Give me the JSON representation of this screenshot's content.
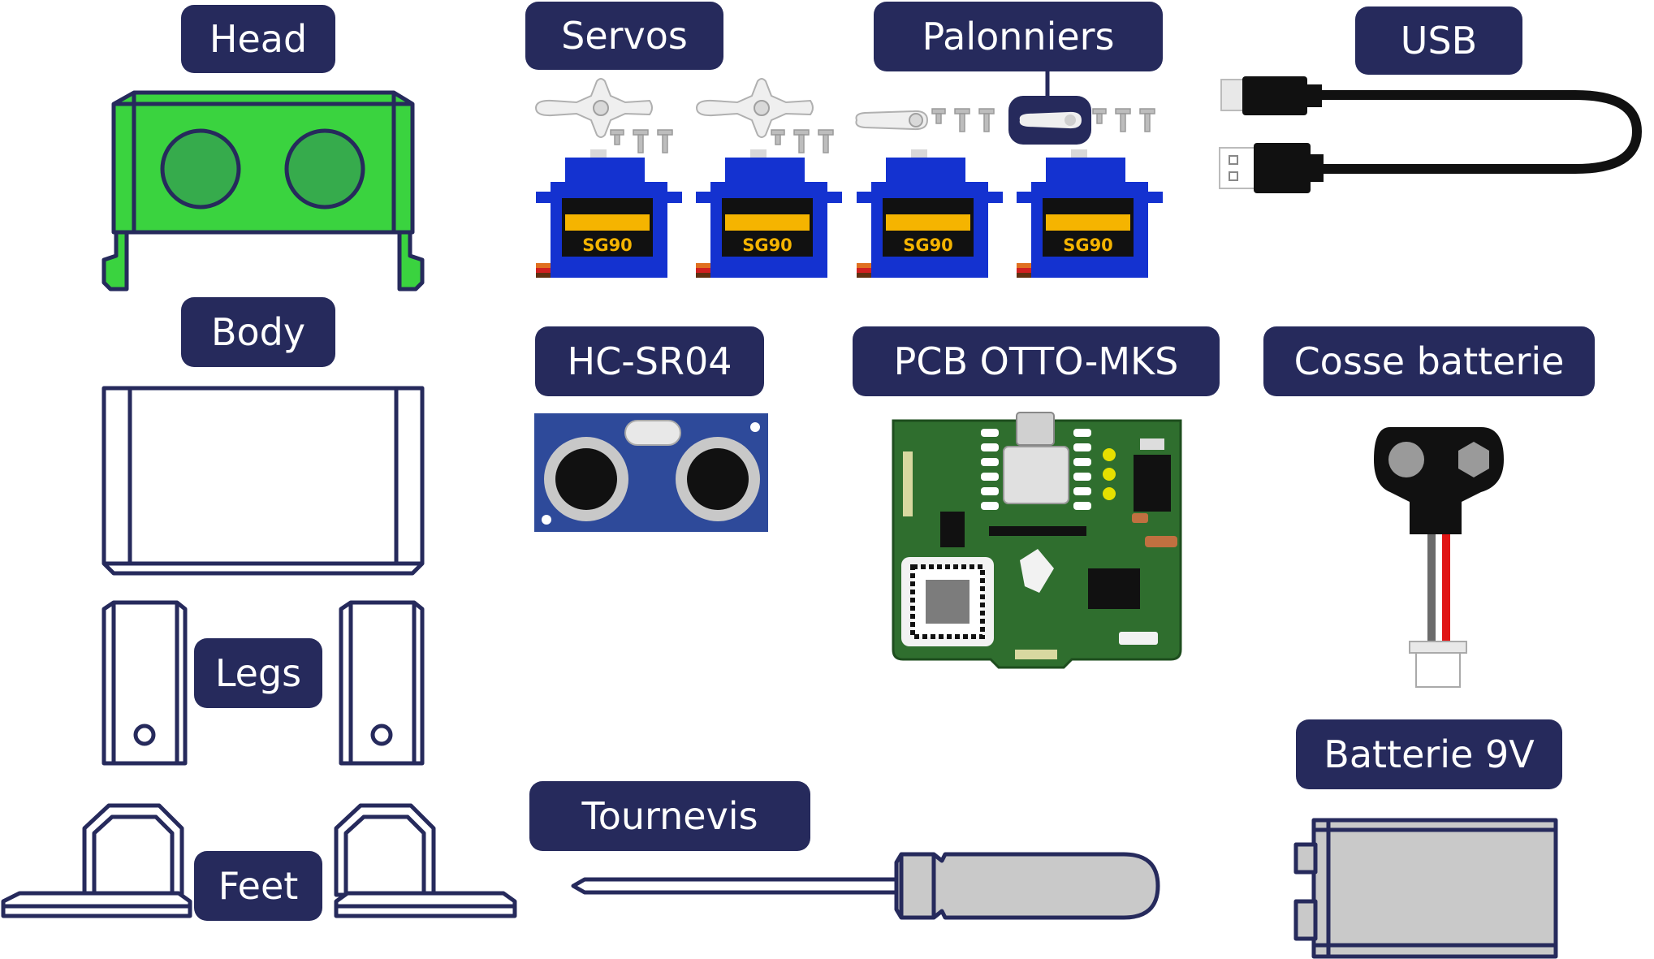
{
  "labels": {
    "head": "Head",
    "servos": "Servos",
    "palonniers": "Palonniers",
    "usb": "USB",
    "body": "Body",
    "hcsr04": "HC-SR04",
    "pcb": "PCB OTTO-MKS",
    "cosse": "Cosse batterie",
    "legs": "Legs",
    "batterie": "Batterie 9V",
    "tournevis": "Tournevis",
    "feet": "Feet"
  },
  "servo_model": "SG90",
  "colors": {
    "outline": "#262a5c",
    "head_green": "#3ad33f",
    "eye_green": "#36ab4c",
    "servo_blue": "#1432d0",
    "servo_label": "#f5b400",
    "sensor_blue": "#2e4a9a",
    "pcb_green": "#2f6e2e",
    "cable_black": "#111111",
    "battery_grey": "#c9c9c9",
    "wire_red": "#e01515",
    "wire_grey": "#6b6b6b"
  }
}
